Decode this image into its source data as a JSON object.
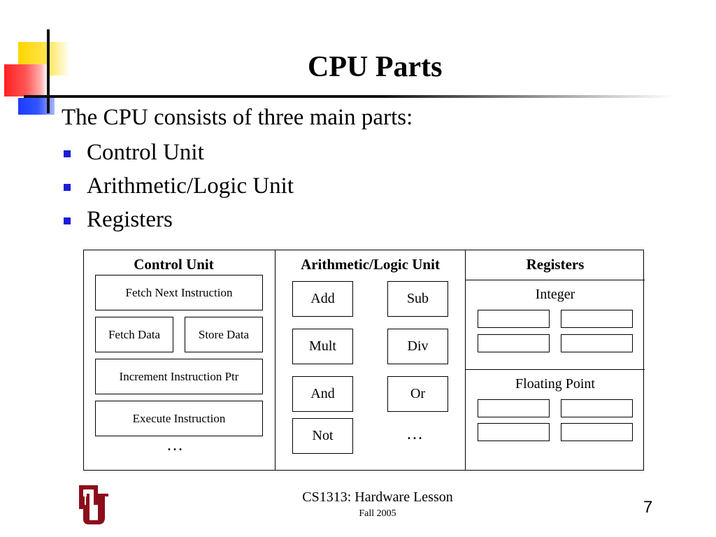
{
  "slide": {
    "title": "CPU Parts",
    "intro": "The CPU consists of three main parts:",
    "bullets": [
      "Control Unit",
      "Arithmetic/Logic Unit",
      "Registers"
    ]
  },
  "diagram": {
    "control_unit": {
      "header": "Control Unit",
      "boxes": [
        "Fetch Next Instruction",
        "Fetch Data",
        "Store Data",
        "Increment Instruction Ptr",
        "Execute Instruction"
      ],
      "ellipsis": "…"
    },
    "alu": {
      "header": "Arithmetic/Logic Unit",
      "ops": [
        "Add",
        "Sub",
        "Mult",
        "Div",
        "And",
        "Or",
        "Not"
      ],
      "ellipsis": "…"
    },
    "registers": {
      "header": "Registers",
      "integer_label": "Integer",
      "float_label": "Floating Point"
    }
  },
  "footer": {
    "course": "CS1313: Hardware Lesson",
    "term": "Fall 2005",
    "page_number": "7"
  },
  "colors": {
    "bullet": "#1c1cd6",
    "logo": "#8b0d1c",
    "deco_yellow": "#ffd600",
    "deco_red": "#ff2020",
    "deco_blue": "#1a3cff"
  },
  "icons": {
    "logo": "ou-logo"
  }
}
